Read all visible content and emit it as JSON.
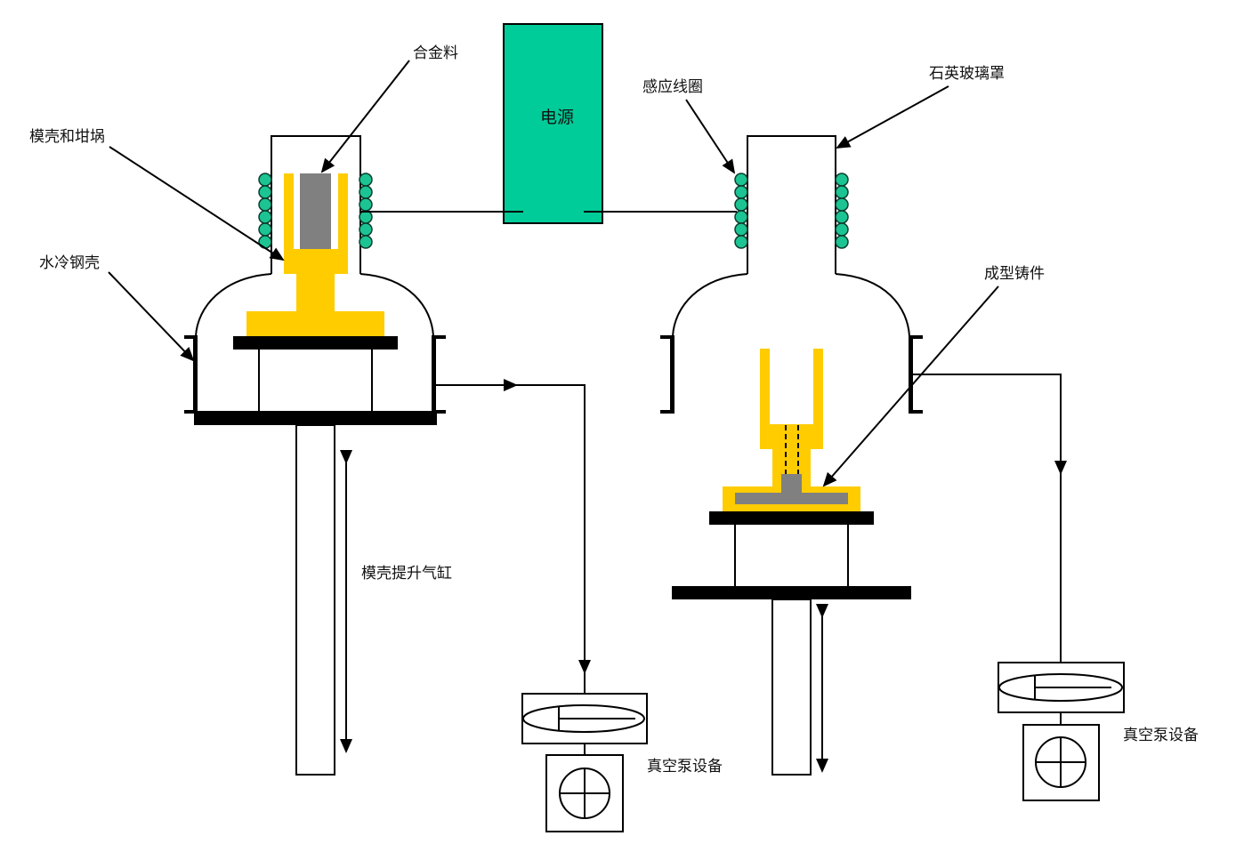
{
  "title": "真空感应熔炼与离心/提升铸造装置示意图",
  "colors": {
    "mold_crucible": "#FFCC00",
    "alloy": "#808080",
    "coil": "#1CC494",
    "power_supply": "#00CC99",
    "line": "#000000",
    "background": "#FFFFFF"
  },
  "labels": {
    "alloy_charge": "合金料",
    "mold_crucible": "模壳和坩埚",
    "water_cooled_shell": "水冷钢壳",
    "power_supply": "电源",
    "induction_coil": "感应线圈",
    "quartz_cover": "石英玻璃罩",
    "formed_casting": "成型铸件",
    "mold_lift_cylinder": "模壳提升气缸",
    "vacuum_pump_left": "真空泵设备",
    "vacuum_pump_right": "真空泵设备"
  },
  "coil": {
    "turns_per_side": 6
  }
}
